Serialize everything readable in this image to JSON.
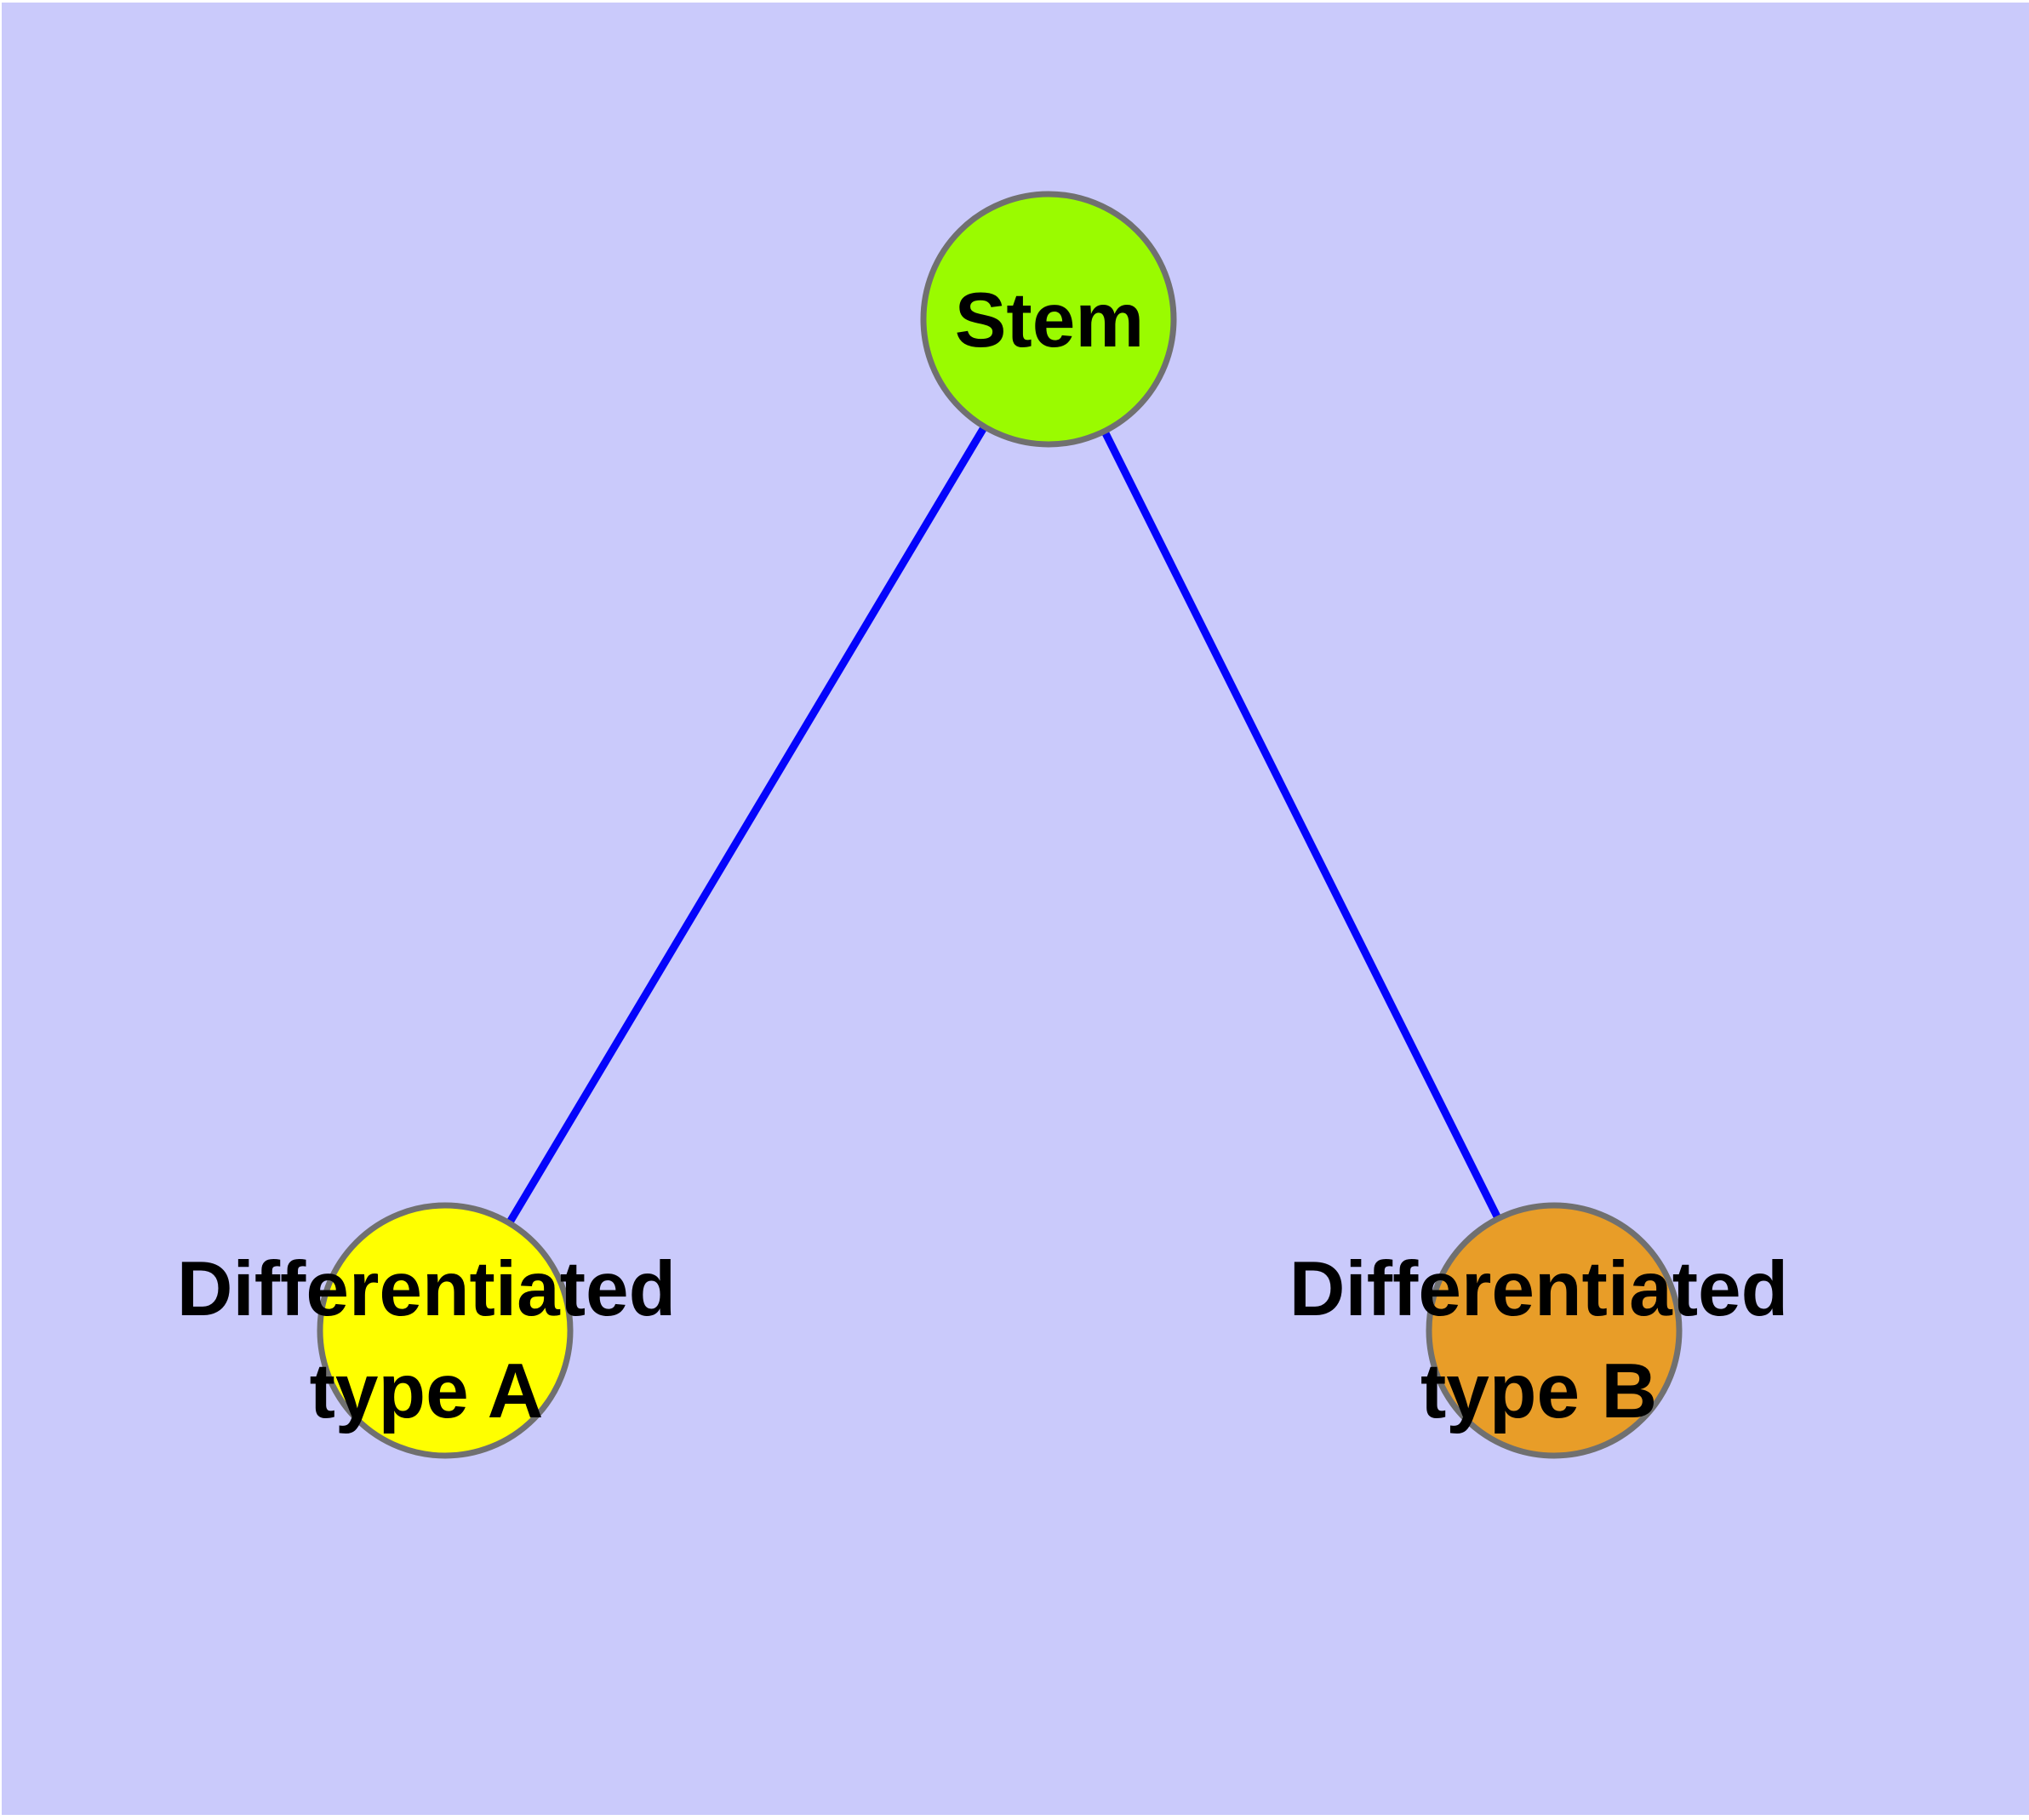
{
  "colors": {
    "background": "#CACAFB",
    "page-margin": "#FFFFFF",
    "edge": "#0404FB",
    "node-border": "#707070",
    "label-text": "#000000"
  },
  "nodes": [
    {
      "id": "stem",
      "label": "Stem",
      "fill": "#9AFB00"
    },
    {
      "id": "differentiated-type-a",
      "label": "Differentiated\ntype A",
      "fill": "#FFFF00"
    },
    {
      "id": "differentiated-type-b",
      "label": "Differentiated\ntype B",
      "fill": "#E89D28"
    }
  ],
  "edges": [
    {
      "from": "stem",
      "to": "differentiated-type-a"
    },
    {
      "from": "stem",
      "to": "differentiated-type-b"
    }
  ]
}
